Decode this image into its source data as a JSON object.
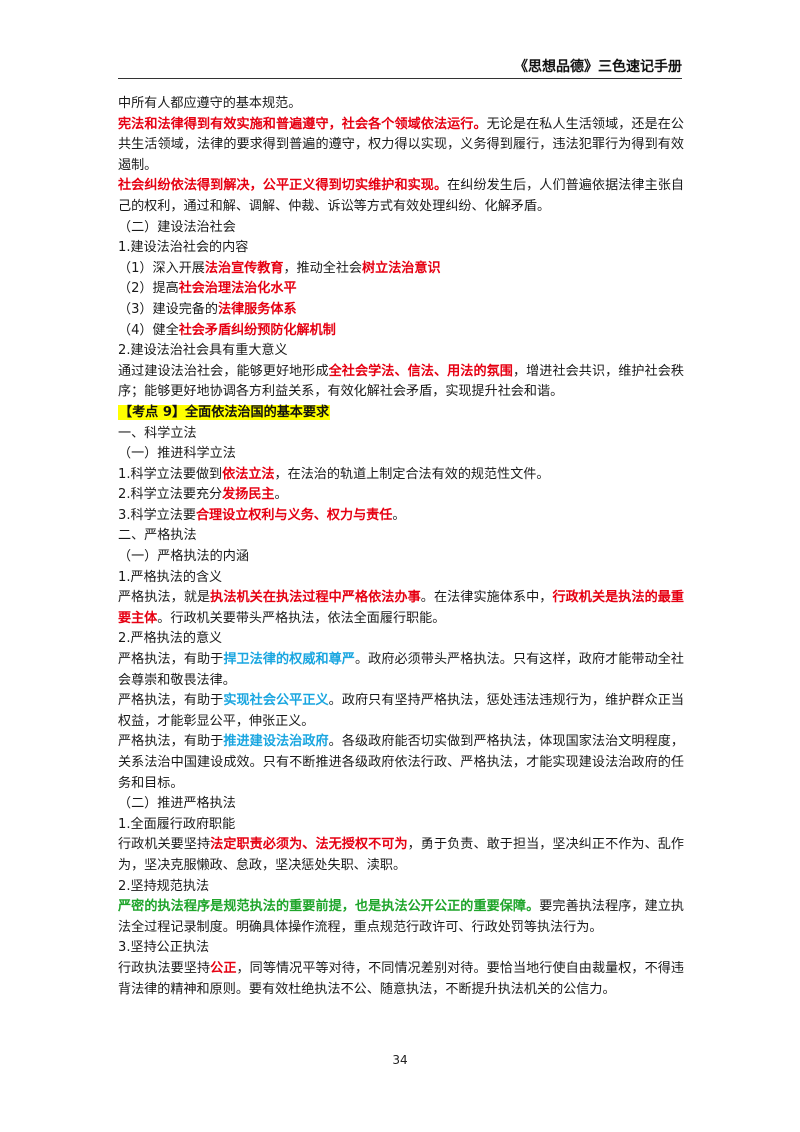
{
  "header": {
    "title": "《思想品德》三色速记手册"
  },
  "footer": {
    "page_number": "34"
  },
  "paragraphs": [
    {
      "segments": [
        {
          "t": "中所有人都应遵守的基本规范。",
          "s": "n"
        }
      ]
    },
    {
      "segments": [
        {
          "t": "宪法和法律得到有效实施和普遍遵守，社会各个领域依法运行。",
          "s": "r"
        },
        {
          "t": "无论是在私人生活领域，还是在公共生活领域，法律的要求得到普遍的遵守，权力得以实现，义务得到履行，违法犯罪行为得到有效遏制。",
          "s": "n"
        }
      ]
    },
    {
      "segments": [
        {
          "t": "社会纠纷依法得到解决，公平正义得到切实维护和实现。",
          "s": "r"
        },
        {
          "t": "在纠纷发生后，人们普遍依据法律主张自己的权利，通过和解、调解、仲裁、诉讼等方式有效处理纠纷、化解矛盾。",
          "s": "n"
        }
      ]
    },
    {
      "segments": [
        {
          "t": "（二）建设法治社会",
          "s": "n"
        }
      ]
    },
    {
      "segments": [
        {
          "t": "1.建设法治社会的内容",
          "s": "n"
        }
      ]
    },
    {
      "segments": [
        {
          "t": "（1）深入开展",
          "s": "n"
        },
        {
          "t": "法治宣传教育",
          "s": "r"
        },
        {
          "t": "，推动全社会",
          "s": "n"
        },
        {
          "t": "树立法治意识",
          "s": "r"
        }
      ]
    },
    {
      "segments": [
        {
          "t": "（2）提高",
          "s": "n"
        },
        {
          "t": "社会治理法治化水平",
          "s": "r"
        }
      ]
    },
    {
      "segments": [
        {
          "t": "（3）建设完备的",
          "s": "n"
        },
        {
          "t": "法律服务体系",
          "s": "r"
        }
      ]
    },
    {
      "segments": [
        {
          "t": "（4）健全",
          "s": "n"
        },
        {
          "t": "社会矛盾纠纷预防化解机制",
          "s": "r"
        }
      ]
    },
    {
      "segments": [
        {
          "t": "2.建设法治社会具有重大意义",
          "s": "n"
        }
      ]
    },
    {
      "segments": [
        {
          "t": "通过建设法治社会，能够更好地形成",
          "s": "n"
        },
        {
          "t": "全社会学法、信法、用法的氛围",
          "s": "r"
        },
        {
          "t": "，增进社会共识，维护社会秩序；能够更好地协调各方利益关系，有效化解社会矛盾，实现提升社会和谐。",
          "s": "n"
        }
      ]
    },
    {
      "segments": [
        {
          "t": "【考点 9】全面依法治国的基本要求",
          "s": "hl"
        }
      ]
    },
    {
      "segments": [
        {
          "t": "一、科学立法",
          "s": "n"
        }
      ]
    },
    {
      "segments": [
        {
          "t": "（一）推进科学立法",
          "s": "n"
        }
      ]
    },
    {
      "segments": [
        {
          "t": "1.科学立法要做到",
          "s": "n"
        },
        {
          "t": "依法立法",
          "s": "r"
        },
        {
          "t": "，在法治的轨道上制定合法有效的规范性文件。",
          "s": "n"
        }
      ]
    },
    {
      "segments": [
        {
          "t": "2.科学立法要充分",
          "s": "n"
        },
        {
          "t": "发扬民主",
          "s": "r"
        },
        {
          "t": "。",
          "s": "n"
        }
      ]
    },
    {
      "segments": [
        {
          "t": "3.科学立法要",
          "s": "n"
        },
        {
          "t": "合理设立权利与义务、权力与责任",
          "s": "r"
        },
        {
          "t": "。",
          "s": "n"
        }
      ]
    },
    {
      "segments": [
        {
          "t": "二、严格执法",
          "s": "n"
        }
      ]
    },
    {
      "segments": [
        {
          "t": "（一）严格执法的内涵",
          "s": "n"
        }
      ]
    },
    {
      "segments": [
        {
          "t": "1.严格执法的含义",
          "s": "n"
        }
      ]
    },
    {
      "segments": [
        {
          "t": "严格执法，就是",
          "s": "n"
        },
        {
          "t": "执法机关在执法过程中严格依法办事",
          "s": "r"
        },
        {
          "t": "。在法律实施体系中，",
          "s": "n"
        },
        {
          "t": "行政机关是执法的最重要主体",
          "s": "r"
        },
        {
          "t": "。行政机关要带头严格执法，依法全面履行职能。",
          "s": "n"
        }
      ]
    },
    {
      "segments": [
        {
          "t": "2.严格执法的意义",
          "s": "n"
        }
      ]
    },
    {
      "segments": [
        {
          "t": "严格执法，有助于",
          "s": "n"
        },
        {
          "t": "捍卫法律的权威和尊严",
          "s": "b"
        },
        {
          "t": "。政府必须带头严格执法。只有这样，政府才能带动全社会尊崇和敬畏法律。",
          "s": "n"
        }
      ]
    },
    {
      "segments": [
        {
          "t": "严格执法，有助于",
          "s": "n"
        },
        {
          "t": "实现社会公平正义",
          "s": "b"
        },
        {
          "t": "。政府只有坚持严格执法，惩处违法违规行为，维护群众正当权益，才能彰显公平，伸张正义。",
          "s": "n"
        }
      ]
    },
    {
      "segments": [
        {
          "t": "严格执法，有助于",
          "s": "n"
        },
        {
          "t": "推进建设法治政府",
          "s": "b"
        },
        {
          "t": "。各级政府能否切实做到严格执法，体现国家法治文明程度，关系法治中国建设成效。只有不断推进各级政府依法行政、严格执法，才能实现建设法治政府的任务和目标。",
          "s": "n"
        }
      ]
    },
    {
      "segments": [
        {
          "t": "（二）推进严格执法",
          "s": "n"
        }
      ]
    },
    {
      "segments": [
        {
          "t": "1.全面履行政府职能",
          "s": "n"
        }
      ]
    },
    {
      "segments": [
        {
          "t": "行政机关要坚持",
          "s": "n"
        },
        {
          "t": "法定职责必须为、法无授权不可为",
          "s": "r"
        },
        {
          "t": "，勇于负责、敢于担当，坚决纠正不作为、乱作为，坚决克服懒政、怠政，坚决惩处失职、渎职。",
          "s": "n"
        }
      ]
    },
    {
      "segments": [
        {
          "t": "2.坚持规范执法",
          "s": "n"
        }
      ]
    },
    {
      "segments": [
        {
          "t": "严密的执法程序是规范执法的重要前提，也是执法公开公正的重要保障。",
          "s": "g"
        },
        {
          "t": "要完善执法程序，建立执法全过程记录制度。明确具体操作流程，重点规范行政许可、行政处罚等执法行为。",
          "s": "n"
        }
      ]
    },
    {
      "segments": [
        {
          "t": "3.坚持公正执法",
          "s": "n"
        }
      ]
    },
    {
      "segments": [
        {
          "t": "行政执法要坚持",
          "s": "n"
        },
        {
          "t": "公正",
          "s": "r"
        },
        {
          "t": "，同等情况平等对待，不同情况差别对待。要恰当地行使自由裁量权，不得违背法律的精神和原则。要有效杜绝执法不公、随意执法，不断提升执法机关的公信力。",
          "s": "n"
        }
      ]
    }
  ]
}
